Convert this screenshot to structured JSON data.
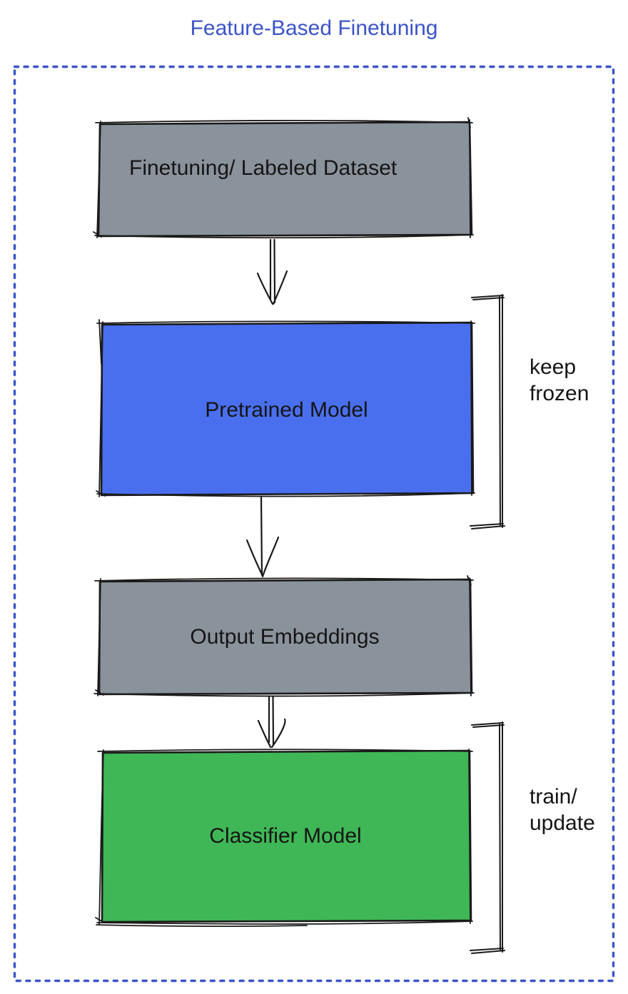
{
  "title": {
    "text": "Feature-Based Finetuning",
    "color": "#3B54C8"
  },
  "frame": {
    "color": "#3B54C8",
    "style": "dashed-border"
  },
  "stroke_color": "#1A1A1A",
  "boxes": [
    {
      "id": "finetuning-dataset",
      "label": "Finetuning/ Labeled Dataset",
      "fill": "#8A929C",
      "text_color": "#151515"
    },
    {
      "id": "pretrained-model",
      "label": "Pretrained Model",
      "fill": "#4A6FEE",
      "text_color": "#151515"
    },
    {
      "id": "output-embeddings",
      "label": "Output Embeddings",
      "fill": "#8A929C",
      "text_color": "#151515"
    },
    {
      "id": "classifier-model",
      "label": "Classifier Model",
      "fill": "#3FB756",
      "text_color": "#151515"
    }
  ],
  "annotations": [
    {
      "id": "keep-frozen",
      "lines": [
        "keep",
        "frozen"
      ],
      "applies_to": "pretrained-model"
    },
    {
      "id": "train-update",
      "lines": [
        "train/",
        "update"
      ],
      "applies_to": "classifier-model"
    }
  ],
  "arrows": [
    {
      "from": "finetuning-dataset",
      "to": "pretrained-model"
    },
    {
      "from": "pretrained-model",
      "to": "output-embeddings"
    },
    {
      "from": "output-embeddings",
      "to": "classifier-model"
    }
  ]
}
